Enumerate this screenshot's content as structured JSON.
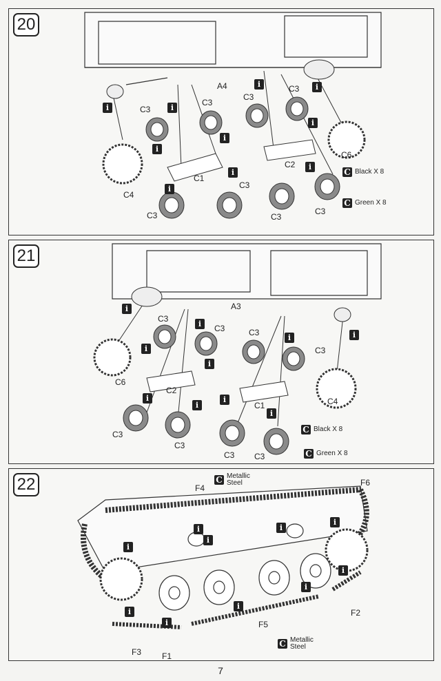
{
  "steps": [
    {
      "number": "20",
      "labels": [
        "A4",
        "C3",
        "C3",
        "C3",
        "C3",
        "C1",
        "C2",
        "C4",
        "C6",
        "C3",
        "C3",
        "C3",
        "C3"
      ],
      "paint": [
        "Black X 8",
        "Green X 8"
      ],
      "paint_code": "C",
      "info_icon": "i"
    },
    {
      "number": "21",
      "labels": [
        "A3",
        "C3",
        "C3",
        "C3",
        "C3",
        "C6",
        "C2",
        "C1",
        "C4",
        "C3",
        "C3",
        "C3",
        "C3"
      ],
      "paint": [
        "Black X 8",
        "Green X 8"
      ],
      "paint_code": "C",
      "info_icon": "i"
    },
    {
      "number": "22",
      "labels": [
        "F4",
        "F6",
        "F2",
        "F5",
        "F3",
        "F1"
      ],
      "paint": [
        "Metallic Steel",
        "Metallic Steel"
      ],
      "paint_code": "C",
      "info_icon": "i"
    }
  ],
  "page_number": "7",
  "colors": {
    "ink": "#222222",
    "tire": "#8a8a8a",
    "paper": "#f7f7f5"
  }
}
